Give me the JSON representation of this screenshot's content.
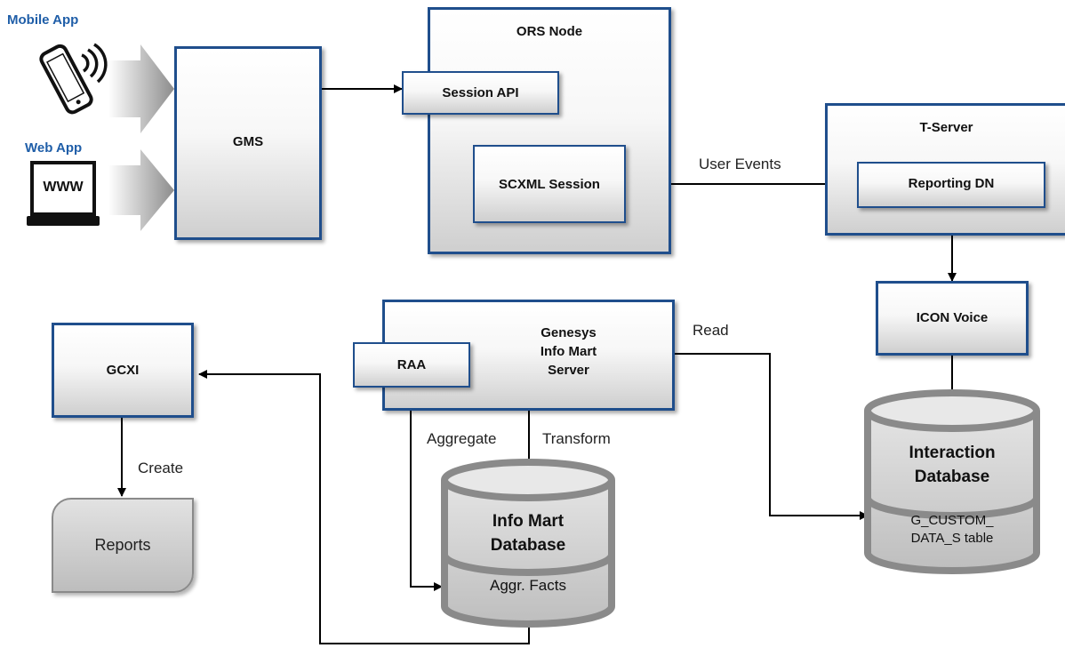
{
  "clients": {
    "mobile_label": "Mobile App",
    "web_label": "Web App",
    "www_text": "WWW"
  },
  "boxes": {
    "gms": "GMS",
    "ors_node": "ORS Node",
    "session_api": "Session API",
    "scxml_session": "SCXML Session",
    "t_server": "T-Server",
    "reporting_dn": "Reporting DN",
    "icon_voice": "ICON Voice",
    "info_mart_server_line1": "Genesys",
    "info_mart_server_line2": "Info Mart",
    "info_mart_server_line3": "Server",
    "raa": "RAA",
    "gcxi": "GCXI",
    "reports": "Reports"
  },
  "databases": {
    "interaction": {
      "line1": "Interaction",
      "line2": "Database",
      "table1": "G_CUSTOM_",
      "table2": "DATA_S table"
    },
    "info_mart": {
      "line1": "Info Mart",
      "line2": "Database",
      "facts": "Aggr. Facts"
    }
  },
  "edges": {
    "user_events": "User Events",
    "read": "Read",
    "aggregate": "Aggregate",
    "transform": "Transform",
    "create": "Create"
  },
  "colors": {
    "border": "#1f4e8c",
    "client_label": "#1f5ea8"
  }
}
